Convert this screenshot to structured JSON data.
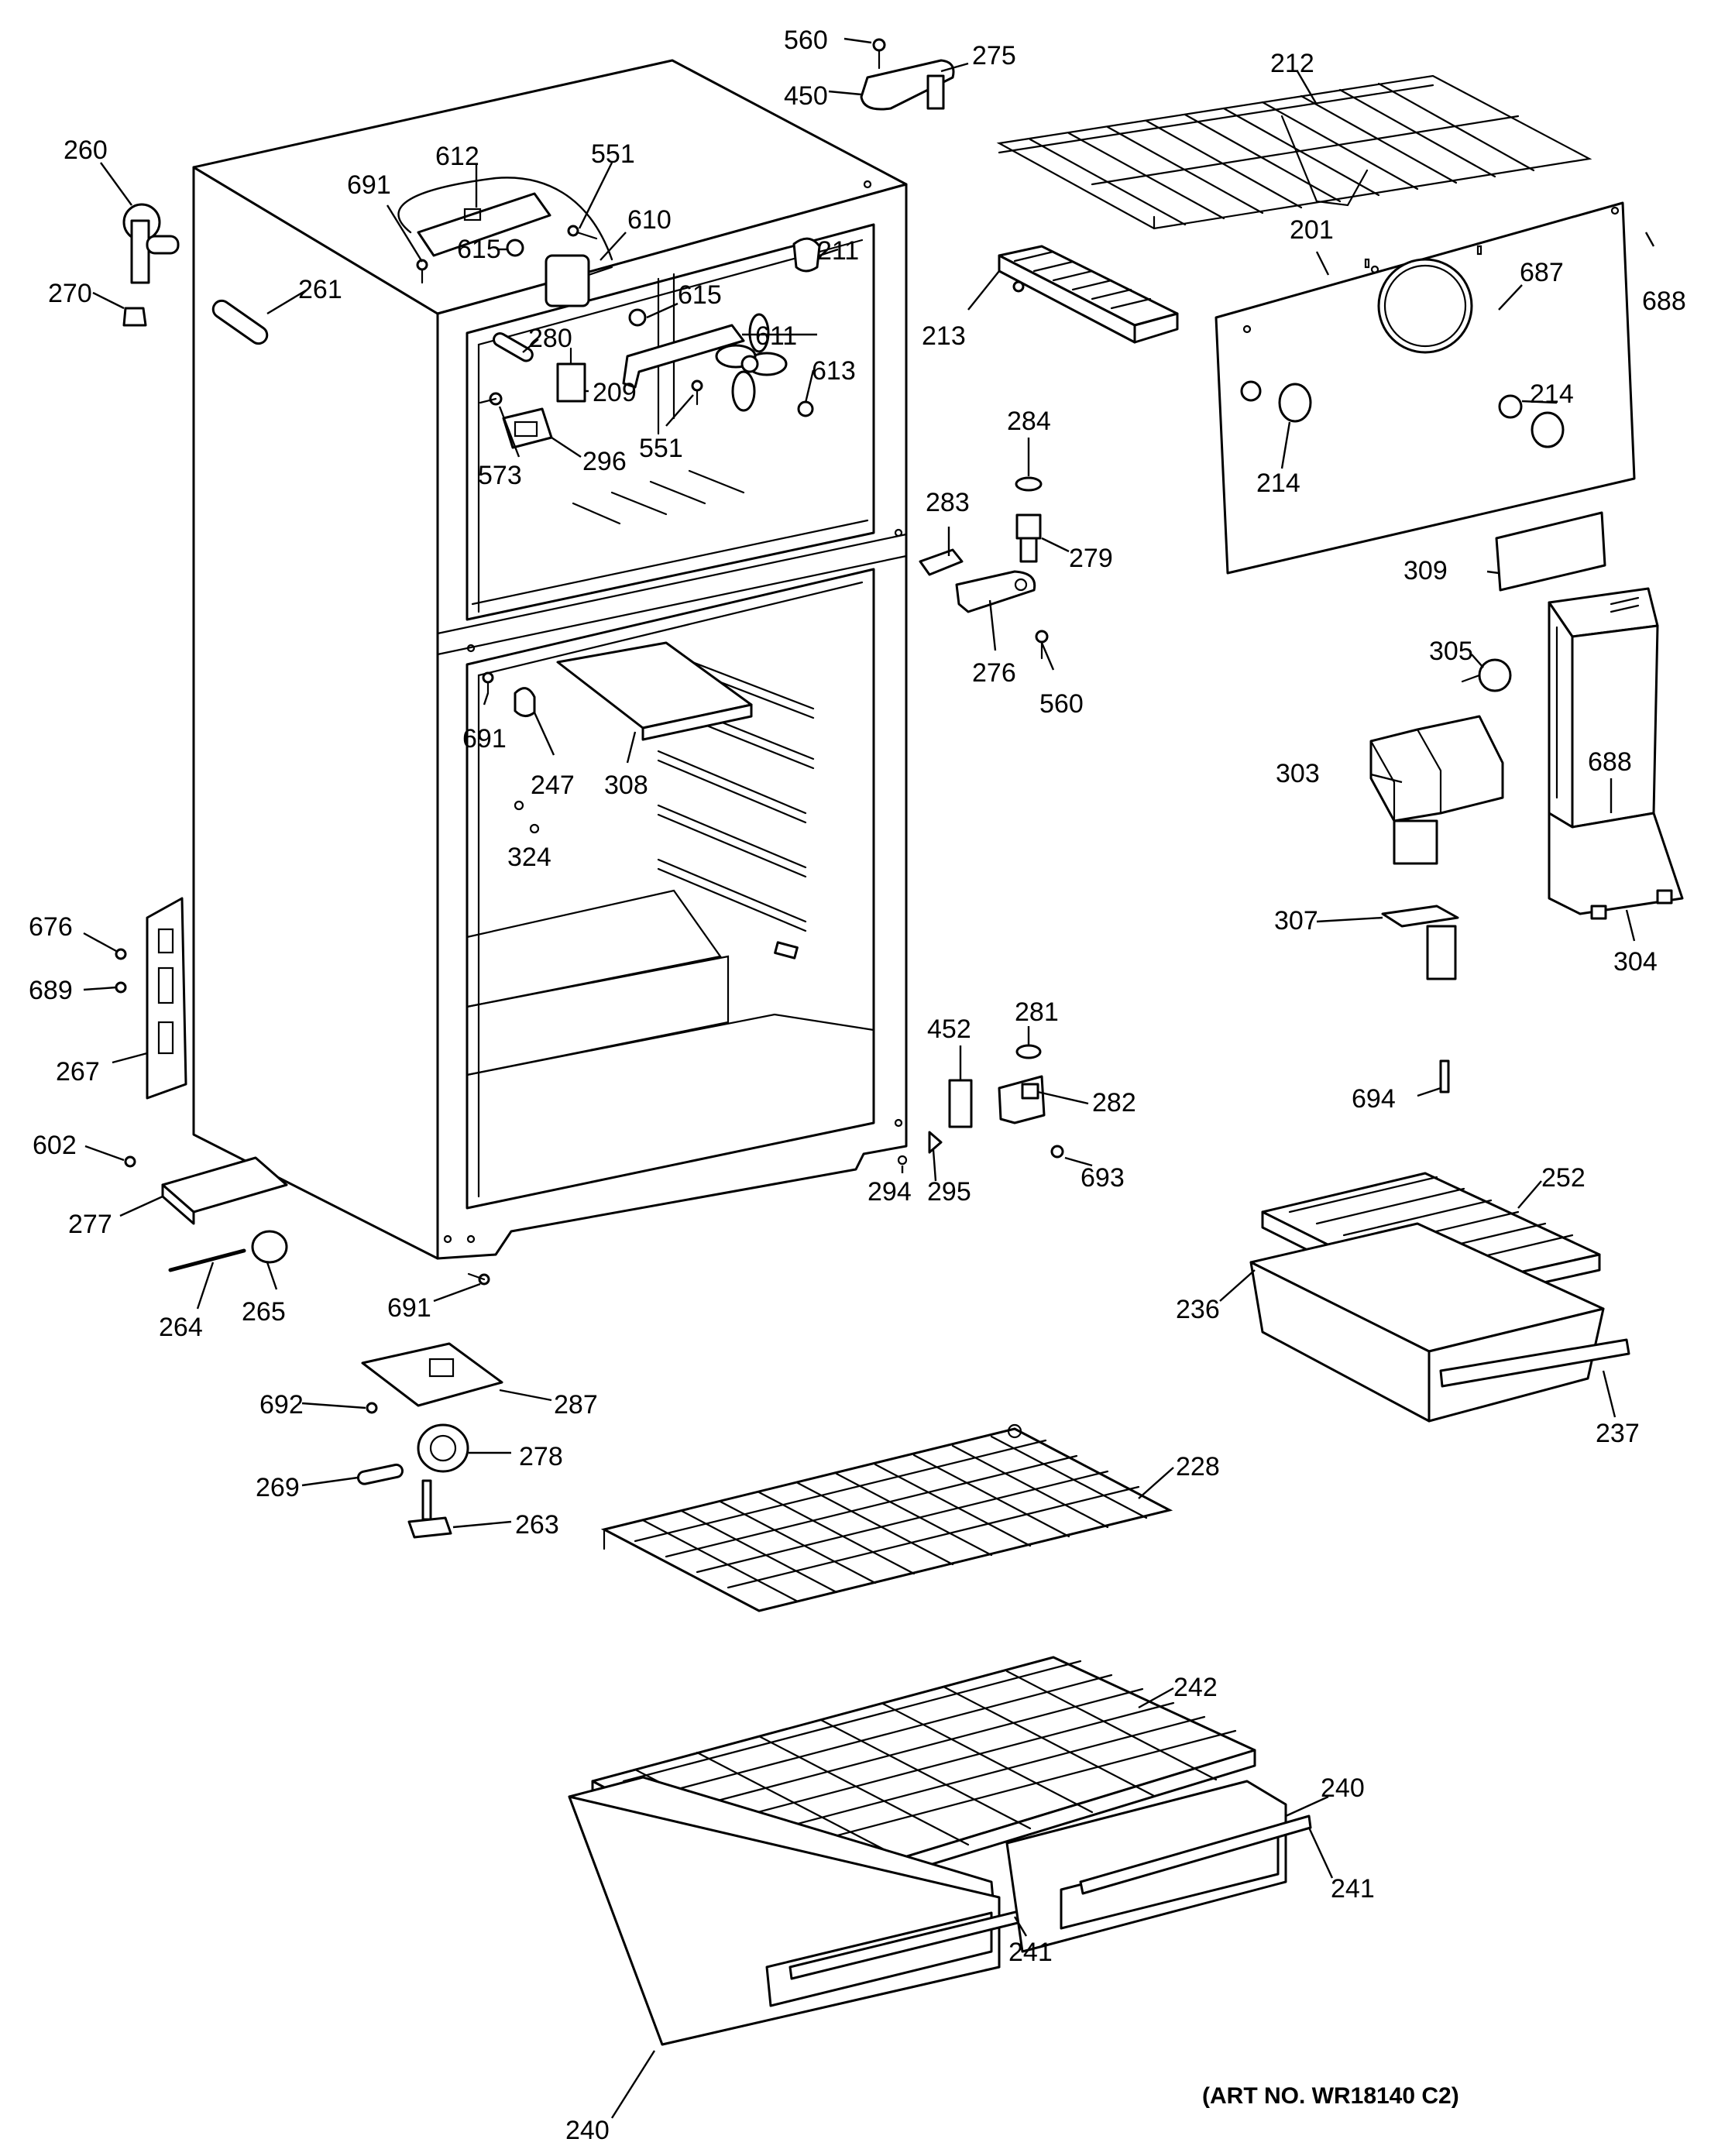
{
  "diagram": {
    "art_number": "(ART NO. WR18140 C2)",
    "callouts": [
      "560",
      "450",
      "275",
      "212",
      "260",
      "270",
      "261",
      "691",
      "612",
      "551",
      "615",
      "610",
      "211",
      "213",
      "201",
      "687",
      "688",
      "615",
      "611",
      "280",
      "209",
      "613",
      "573",
      "296",
      "551",
      "284",
      "214",
      "214",
      "283",
      "279",
      "309",
      "276",
      "560",
      "305",
      "691",
      "247",
      "308",
      "324",
      "303",
      "688",
      "307",
      "304",
      "676",
      "689",
      "267",
      "452",
      "281",
      "282",
      "694",
      "602",
      "294",
      "295",
      "693",
      "252",
      "277",
      "691",
      "236",
      "237",
      "264",
      "265",
      "692",
      "287",
      "278",
      "269",
      "228",
      "263",
      "242",
      "240",
      "241",
      "241",
      "240"
    ]
  }
}
